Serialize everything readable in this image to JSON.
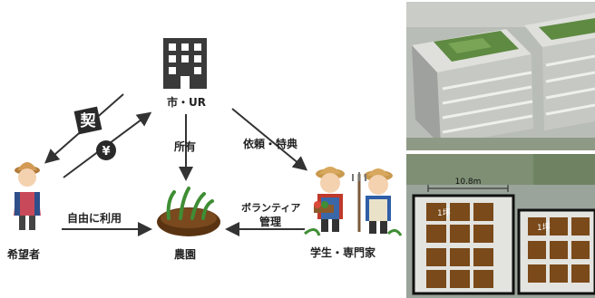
{
  "nodes": {
    "city": "市・UR",
    "applicant": "希望者",
    "farm": "農園",
    "students": "学生・専門家"
  },
  "edges": {
    "owns": "所有",
    "request": "依頼・特典",
    "free_use": "自由に利用",
    "volunteer_line1": "ボランティア",
    "volunteer_line2": "管理"
  },
  "badges": {
    "contract": "契",
    "yen": "¥"
  },
  "photo_bottom": {
    "dimension": "10.8m",
    "plot_label_1": "1坪",
    "plot_label_2": "1坪"
  }
}
